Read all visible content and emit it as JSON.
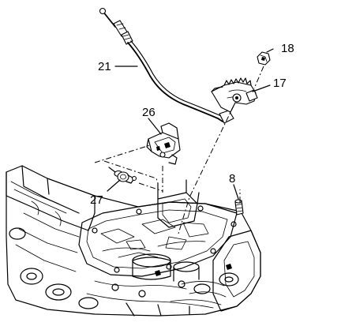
{
  "callouts": {
    "c18": "18",
    "c21": "21",
    "c17": "17",
    "c26": "26",
    "c8": "8",
    "c27": "27"
  }
}
